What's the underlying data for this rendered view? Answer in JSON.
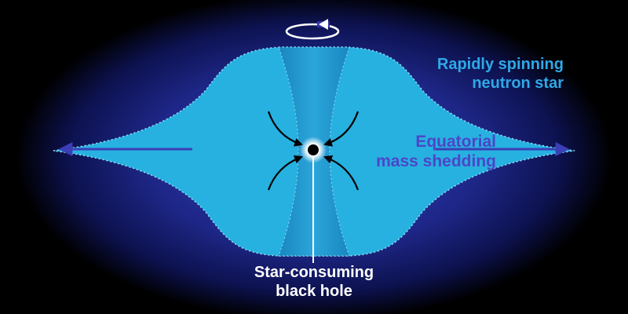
{
  "labels": {
    "neutron_star": [
      "Rapidly spinning",
      "neutron star"
    ],
    "mass_shedding": [
      "Equatorial",
      "mass shedding"
    ],
    "black_hole": [
      "Star-consuming",
      "black hole"
    ]
  },
  "colors": {
    "background": "#000000",
    "glow": "#2b36a8",
    "star_fill": "#27b1e0",
    "star_edge": "#7fd3f0",
    "funnel": "#1f8fc8",
    "arrow_blue": "#3b3fb6",
    "arrow_black": "#000000",
    "text_cyan": "#2fa8e6",
    "text_indigo": "#4d46c8",
    "text_white": "#ffffff"
  },
  "icons": {
    "rotation": "counterclockwise-rotation-arrow-icon",
    "black_hole": "black-hole-dot-icon"
  }
}
